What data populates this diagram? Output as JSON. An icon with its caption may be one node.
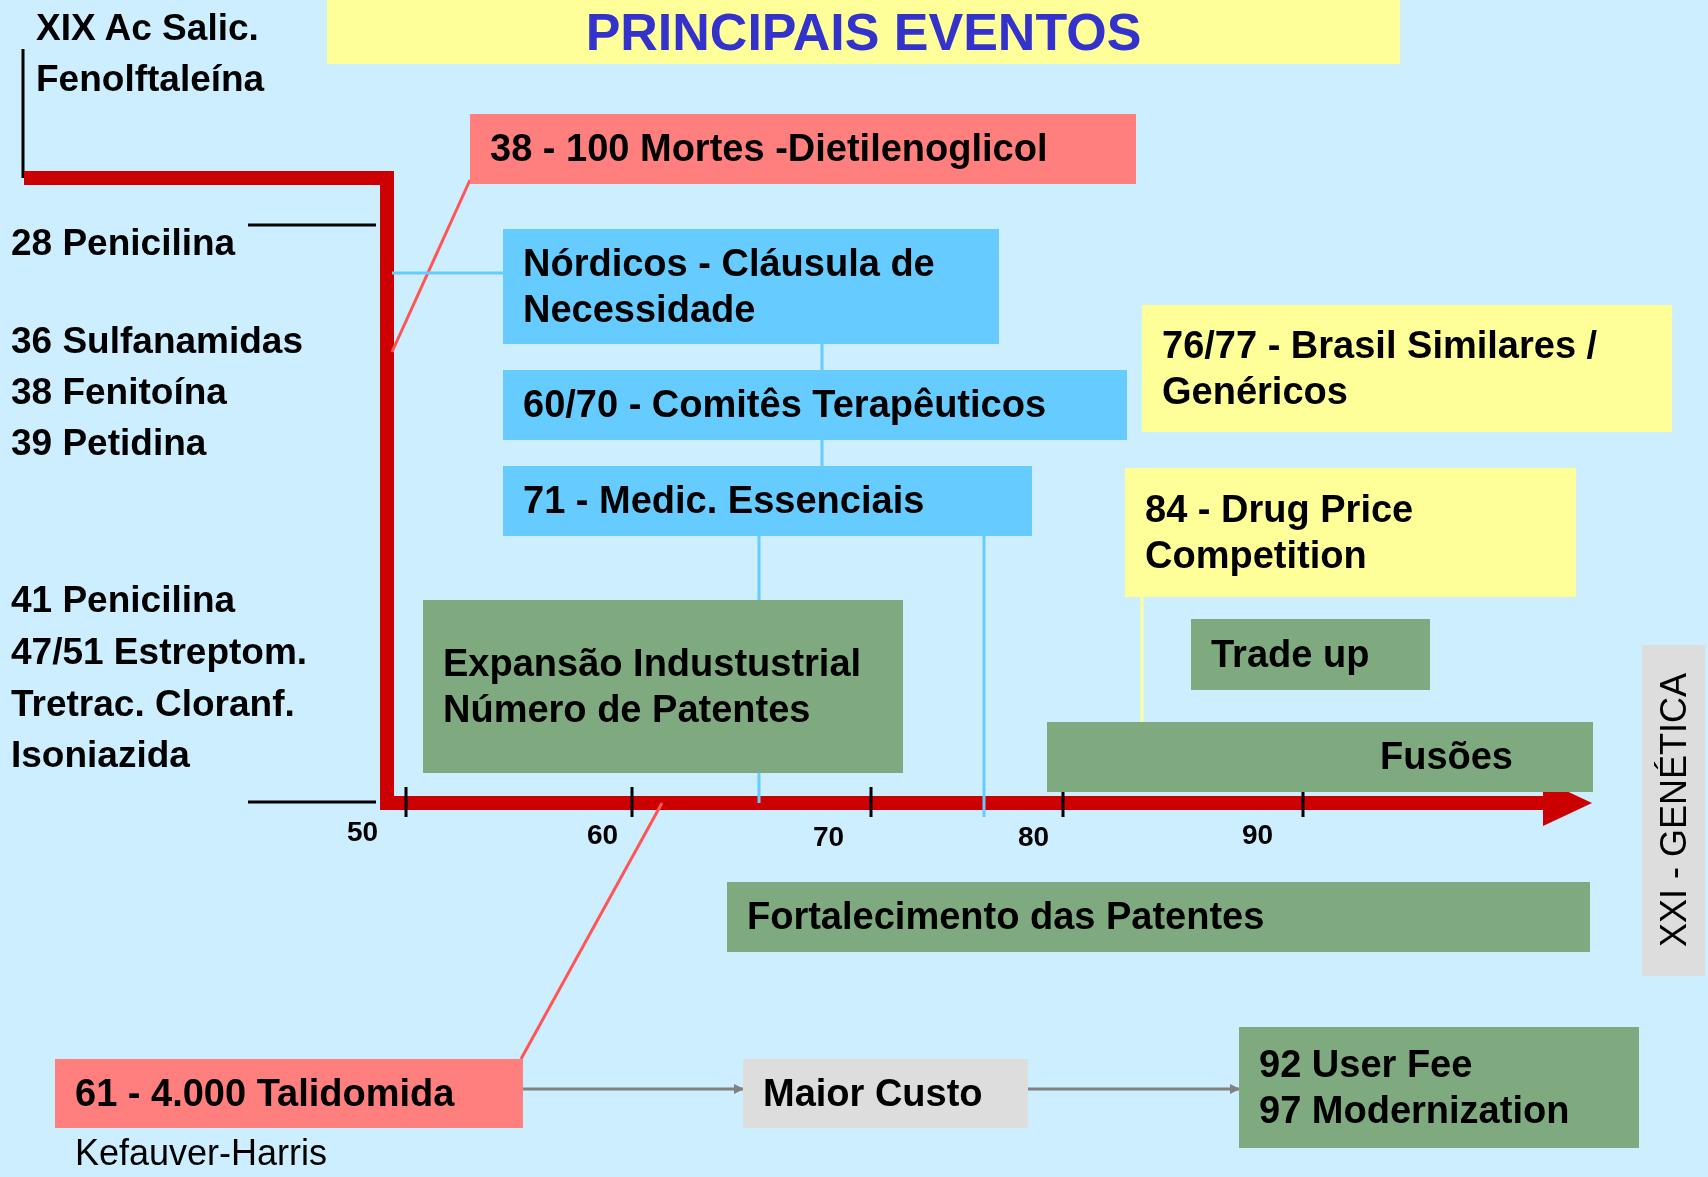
{
  "diagram": {
    "title": "PRINCIPAIS EVENTOS",
    "nodes": [
      {
        "text": [
          "38 - 100 Mortes -Dietilenoglicol"
        ]
      },
      {
        "text": [
          "Nórdicos - Cláusula de Necessidade"
        ]
      },
      {
        "text": [
          "60/70 - Comitês Terapêuticos"
        ]
      },
      {
        "text": [
          "71 - Medic. Essenciais"
        ]
      },
      {
        "text": [
          "76/77 - Brasil Similares / Genéricos"
        ]
      },
      {
        "text": [
          "84 - Drug Price Competition"
        ]
      },
      {
        "text": [
          "Expansão Industustrial Número de Patentes"
        ]
      },
      {
        "text": [
          "Trade up"
        ]
      },
      {
        "text": [
          "Fusões"
        ]
      },
      {
        "text": [
          "Fortalecimento das Patentes"
        ]
      },
      {
        "text": [
          "XXI - GENÉTICA"
        ]
      },
      {
        "text": [
          "61 - 4.000 Talidomida"
        ],
        "beside": [
          "Kefauver-Harris"
        ]
      },
      {
        "text": [
          "Maior Custo"
        ]
      },
      {
        "text": [
          "92 User Fee",
          "97 Modernization"
        ]
      }
    ],
    "edges": [
      {
        "from": 0,
        "to": null,
        "arrow": "none",
        "color": "#ff5555"
      },
      {
        "from": 1,
        "to": null,
        "arrow": "none"
      },
      {
        "from": 1,
        "to": 2,
        "arrow": "none"
      },
      {
        "from": 2,
        "to": 3,
        "arrow": "none"
      },
      {
        "from": 3,
        "to": null,
        "arrow": "none"
      },
      {
        "from": 3,
        "to": null,
        "arrow": "none"
      },
      {
        "from": 5,
        "to": 8,
        "arrow": "none",
        "color": "#ffff99"
      },
      {
        "from": 11,
        "to": null,
        "arrow": "none",
        "color": "#ff5555"
      },
      {
        "from": 11,
        "to": 12,
        "arrow": "to",
        "color": "#808080"
      },
      {
        "from": 12,
        "to": 13,
        "arrow": "to",
        "color": "#808080"
      }
    ],
    "labels": [
      "XIX Ac Salic. Fenolftaleína",
      "28 Penicilina",
      "36 Sulfanamidas",
      "38 Fenitoína",
      "39 Petidina",
      "41 Penicilina",
      "47/51 Estreptom.",
      "Tretrac. Cloranf.",
      "Isoniazida",
      "50",
      "60",
      "70",
      "80",
      "90"
    ]
  }
}
